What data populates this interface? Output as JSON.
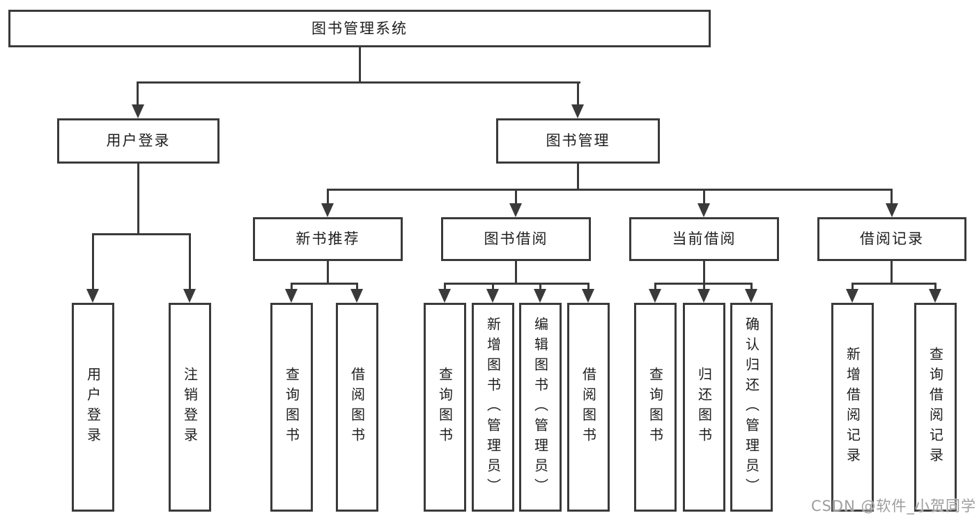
{
  "colors": {
    "line": "#3a3a3a",
    "text": "#1e1e1e",
    "watermark": "#9d9d9d",
    "background": "#ffffff"
  },
  "tree": {
    "root": {
      "label": "图书管理系统"
    },
    "children": [
      {
        "label": "用户登录",
        "children": [
          {
            "label": "用户登录"
          },
          {
            "label": "注销登录"
          }
        ]
      },
      {
        "label": "图书管理",
        "children": [
          {
            "label": "新书推荐",
            "children": [
              {
                "label": "查询图书"
              },
              {
                "label": "借阅图书"
              }
            ]
          },
          {
            "label": "图书借阅",
            "children": [
              {
                "label": "查询图书"
              },
              {
                "label": "新增图书（管理员）"
              },
              {
                "label": "编辑图书（管理员）"
              },
              {
                "label": "借阅图书"
              }
            ]
          },
          {
            "label": "当前借阅",
            "children": [
              {
                "label": "查询图书"
              },
              {
                "label": "归还图书"
              },
              {
                "label": "确认归还（管理员）"
              }
            ]
          },
          {
            "label": "借阅记录",
            "children": [
              {
                "label": "新增借阅记录"
              },
              {
                "label": "查询借阅记录"
              }
            ]
          }
        ]
      }
    ]
  },
  "watermark": {
    "text": "CSDN @软件_小贺同学"
  }
}
